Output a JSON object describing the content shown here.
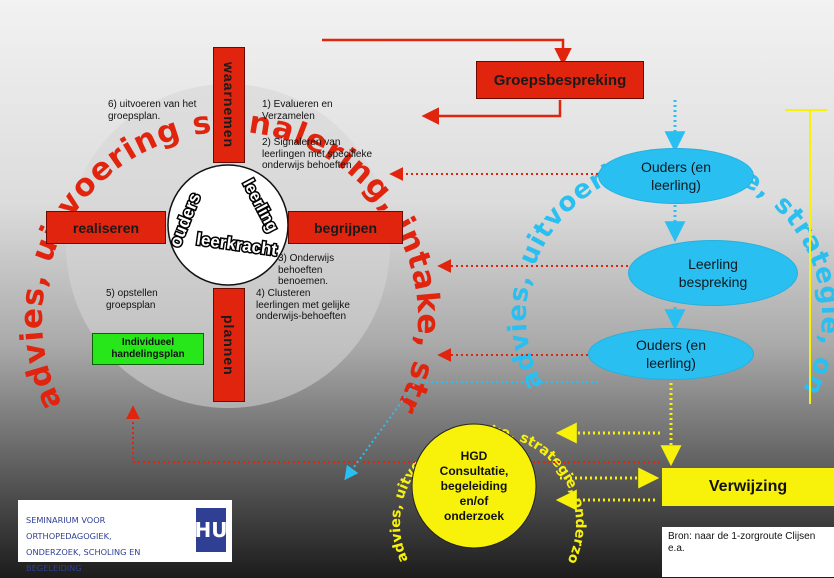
{
  "colors": {
    "red": "#e0240e",
    "blue": "#29bff0",
    "yellow": "#f8f20a",
    "green": "#27e619"
  },
  "left_cycle": {
    "arc_text": "advies, uitvoering signalering, intake, strategie, onderzoek, indicering,",
    "waarnemen": "waarnemen",
    "begrijpen": "begrijpen",
    "plannen": "plannen",
    "realiseren": "realiseren",
    "center": {
      "ouders": "ouders",
      "leerling": "leerling",
      "leerkracht": "leerkracht"
    },
    "notes": {
      "n1": "1) Evalueren en Verzamelen",
      "n2": "2) Signaleren van leerlingen met specifieke onderwijs behoeften",
      "n3": "3) Onderwijs behoeften benoemen.",
      "n4": "4) Clusteren leerlingen met gelijke onderwijs-behoeften",
      "n5": "5) opstellen groepsplan",
      "n6": "6) uitvoeren van het groepsplan."
    },
    "individueel": "Individueel handelingsplan"
  },
  "groepsbespreking": "Groepsbespreking",
  "right_cycle": {
    "arc_text": "advies, uitvoering intake, strategie, onderzoek, indicering,",
    "ouders1": "Ouders (en leerling)",
    "leerling_bespreking": "Leerling bespreking",
    "ouders2": "Ouders (en leerling)"
  },
  "hgd": {
    "arc_text": "advies, uitvoering intake, strategie, onderzoek, indicering,",
    "label": "HGD Consultatie, begeleiding en/of onderzoek"
  },
  "verwijzing": "Verwijzing",
  "logo": {
    "line1": "SEMINARIUM VOOR ORTHOPEDAGOGIEK,",
    "line2": "ONDERZOEK, SCHOLING EN BEGELEIDING",
    "mark": "HU"
  },
  "bron": "Bron: naar de 1-zorgroute Clijsen e.a."
}
